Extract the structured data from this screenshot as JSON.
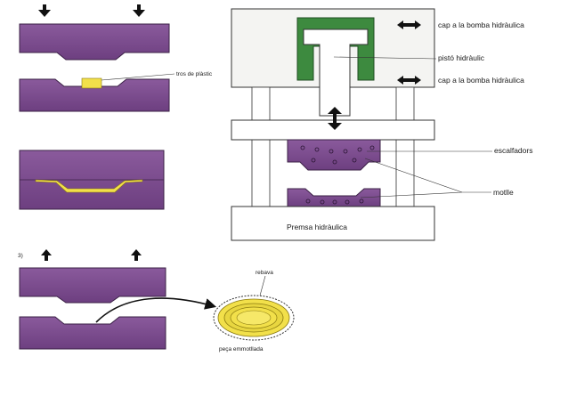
{
  "labels": {
    "tros_de_plastic": "tros de plàstic",
    "step3": "3)",
    "rebava": "rebava",
    "peca_emmotllada": "peça emmotllada",
    "cap_bomba_top": "cap a la bomba hidràulica",
    "piston": "pistó hidràulic",
    "cap_bomba_bottom": "cap a la bomba hidràulica",
    "escalfadors": "escalfadors",
    "motlle": "motlle",
    "premsa": "Premsa hidràulica"
  },
  "colors": {
    "mold_purple": "#7b4b8c",
    "mold_purple_dark": "#4a2c57",
    "plastic_yellow": "#f2e04a",
    "cylinder_green": "#3d8a3f",
    "line": "#222222",
    "frame_bg": "#f4f4f2"
  },
  "icons": [
    "down-arrow-icon",
    "up-arrow-icon",
    "double-arrow-icon",
    "curved-arrow-icon"
  ]
}
